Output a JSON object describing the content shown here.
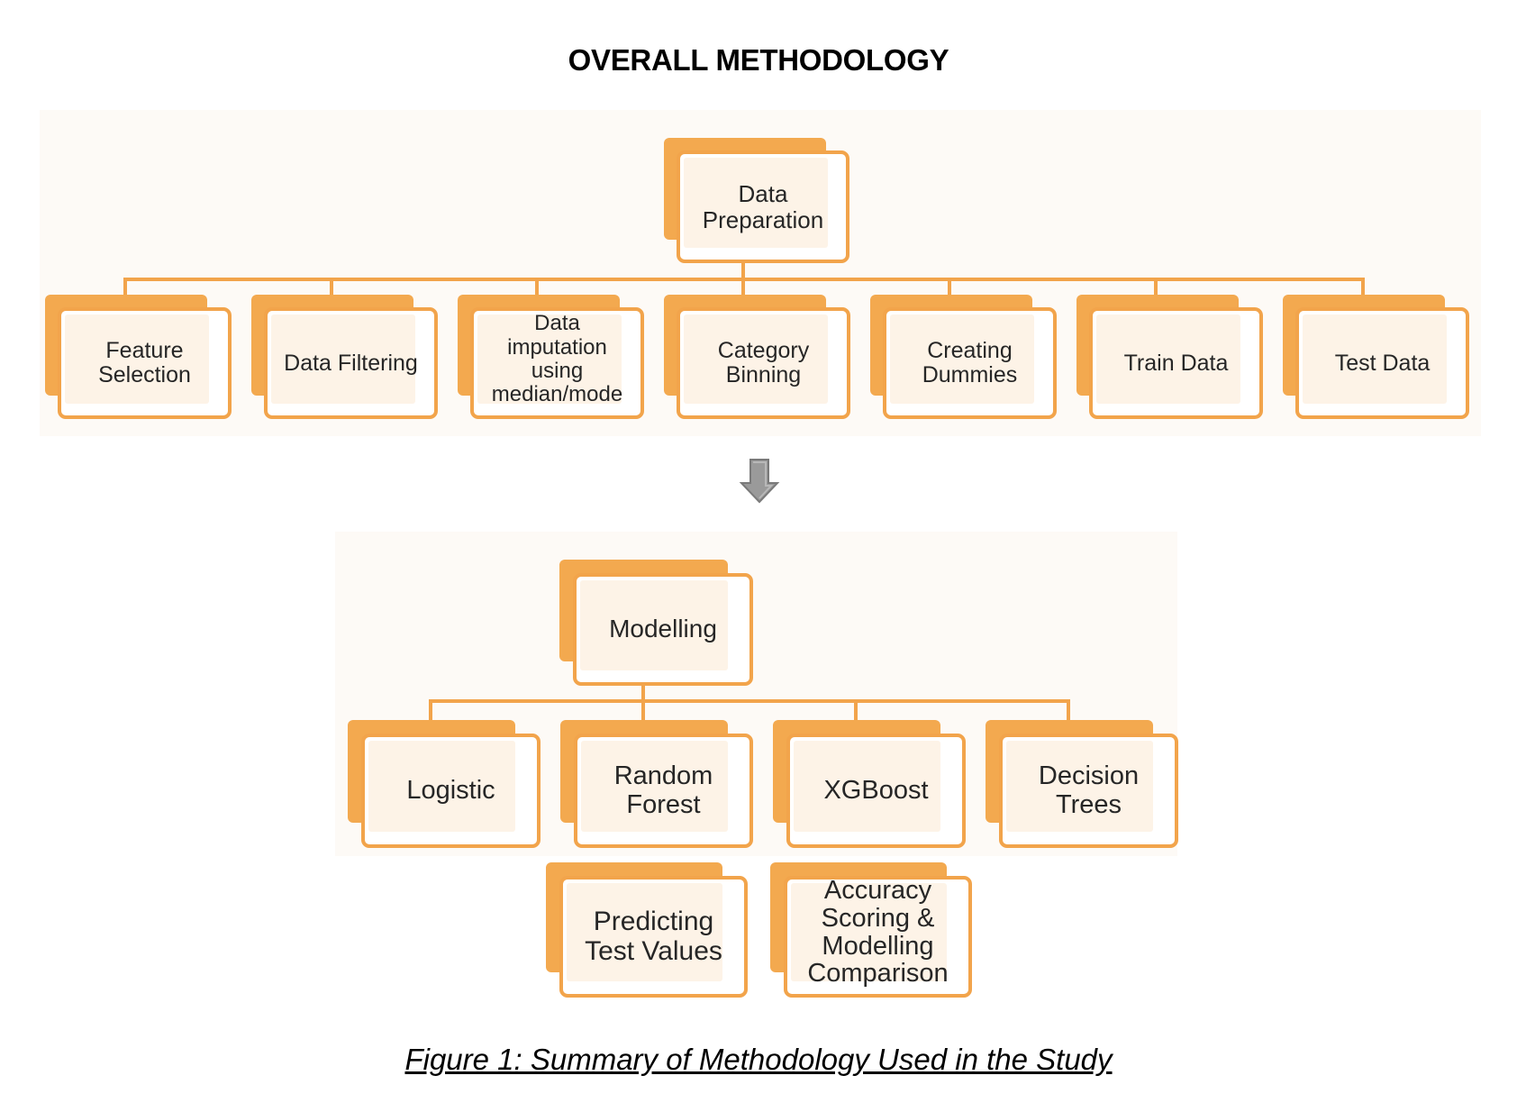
{
  "title": "OVERALL METHODOLOGY",
  "caption": "Figure 1: Summary of Methodology Used in the Study",
  "colors": {
    "box_border": "#f2a44b",
    "box_back": "#f3a94f",
    "connector": "#f2a44b",
    "arrow": "#8c8c8c"
  },
  "diagram": {
    "data_preparation": {
      "root": "Data\nPreparation",
      "steps": [
        "Feature\nSelection",
        "Data Filtering",
        "Data\nimputation\nusing\nmedian/mode",
        "Category\nBinning",
        "Creating\nDummies",
        "Train Data",
        "Test Data"
      ]
    },
    "modelling": {
      "root": "Modelling",
      "models": [
        "Logistic",
        "Random\nForest",
        "XGBoost",
        "Decision\nTrees"
      ],
      "evaluation": [
        "Predicting\nTest Values",
        "Accuracy\nScoring &\nModelling\nComparison"
      ]
    }
  }
}
